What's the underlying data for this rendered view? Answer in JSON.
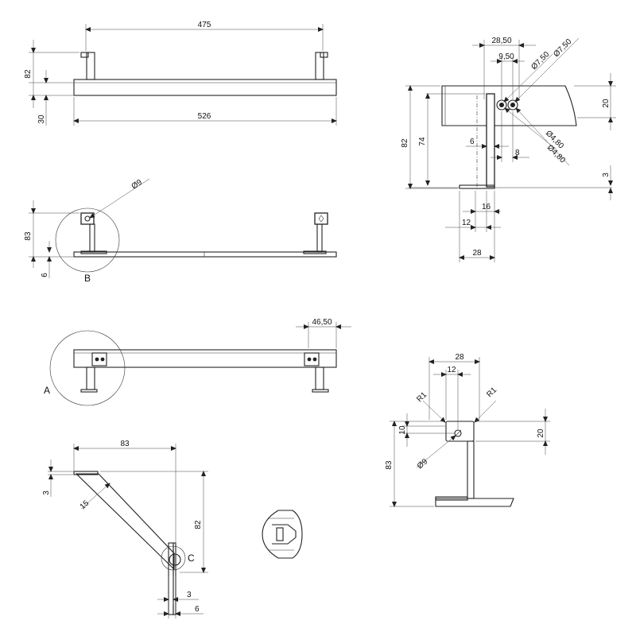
{
  "views": {
    "top": {
      "d_width_top": "475",
      "d_height": "82",
      "d_thickness": "30",
      "d_width_bottom": "526"
    },
    "front": {
      "d_hole": "Ø9",
      "d_height": "83",
      "d_base": "6",
      "detail": "B"
    },
    "plan": {
      "d_offset": "46,50",
      "detail": "A"
    },
    "side": {
      "d_depth": "83",
      "d_thickness": "3",
      "d_bevel": "15",
      "d_height": "82",
      "d_w3": "3",
      "d_w6": "6",
      "detail": "C"
    },
    "section": {
      "d_2850": "28,50",
      "d_950": "9,50",
      "d_d750a": "Ø7,50",
      "d_d750b": "Ø7,50",
      "d_h82": "82",
      "d_h74": "74",
      "d_20": "20",
      "d_6": "6",
      "d_8": "8",
      "d_d480a": "Ø4,80",
      "d_d480b": "Ø4,80",
      "d_3": "3",
      "d_16": "16",
      "d_12": "12",
      "d_28": "28"
    },
    "bracket": {
      "d_28": "28",
      "d_12": "12",
      "d_r1a": "R1",
      "d_r1b": "R1",
      "d_10": "10",
      "d_20": "20",
      "d_83": "83",
      "d_hole": "Ø9"
    }
  }
}
